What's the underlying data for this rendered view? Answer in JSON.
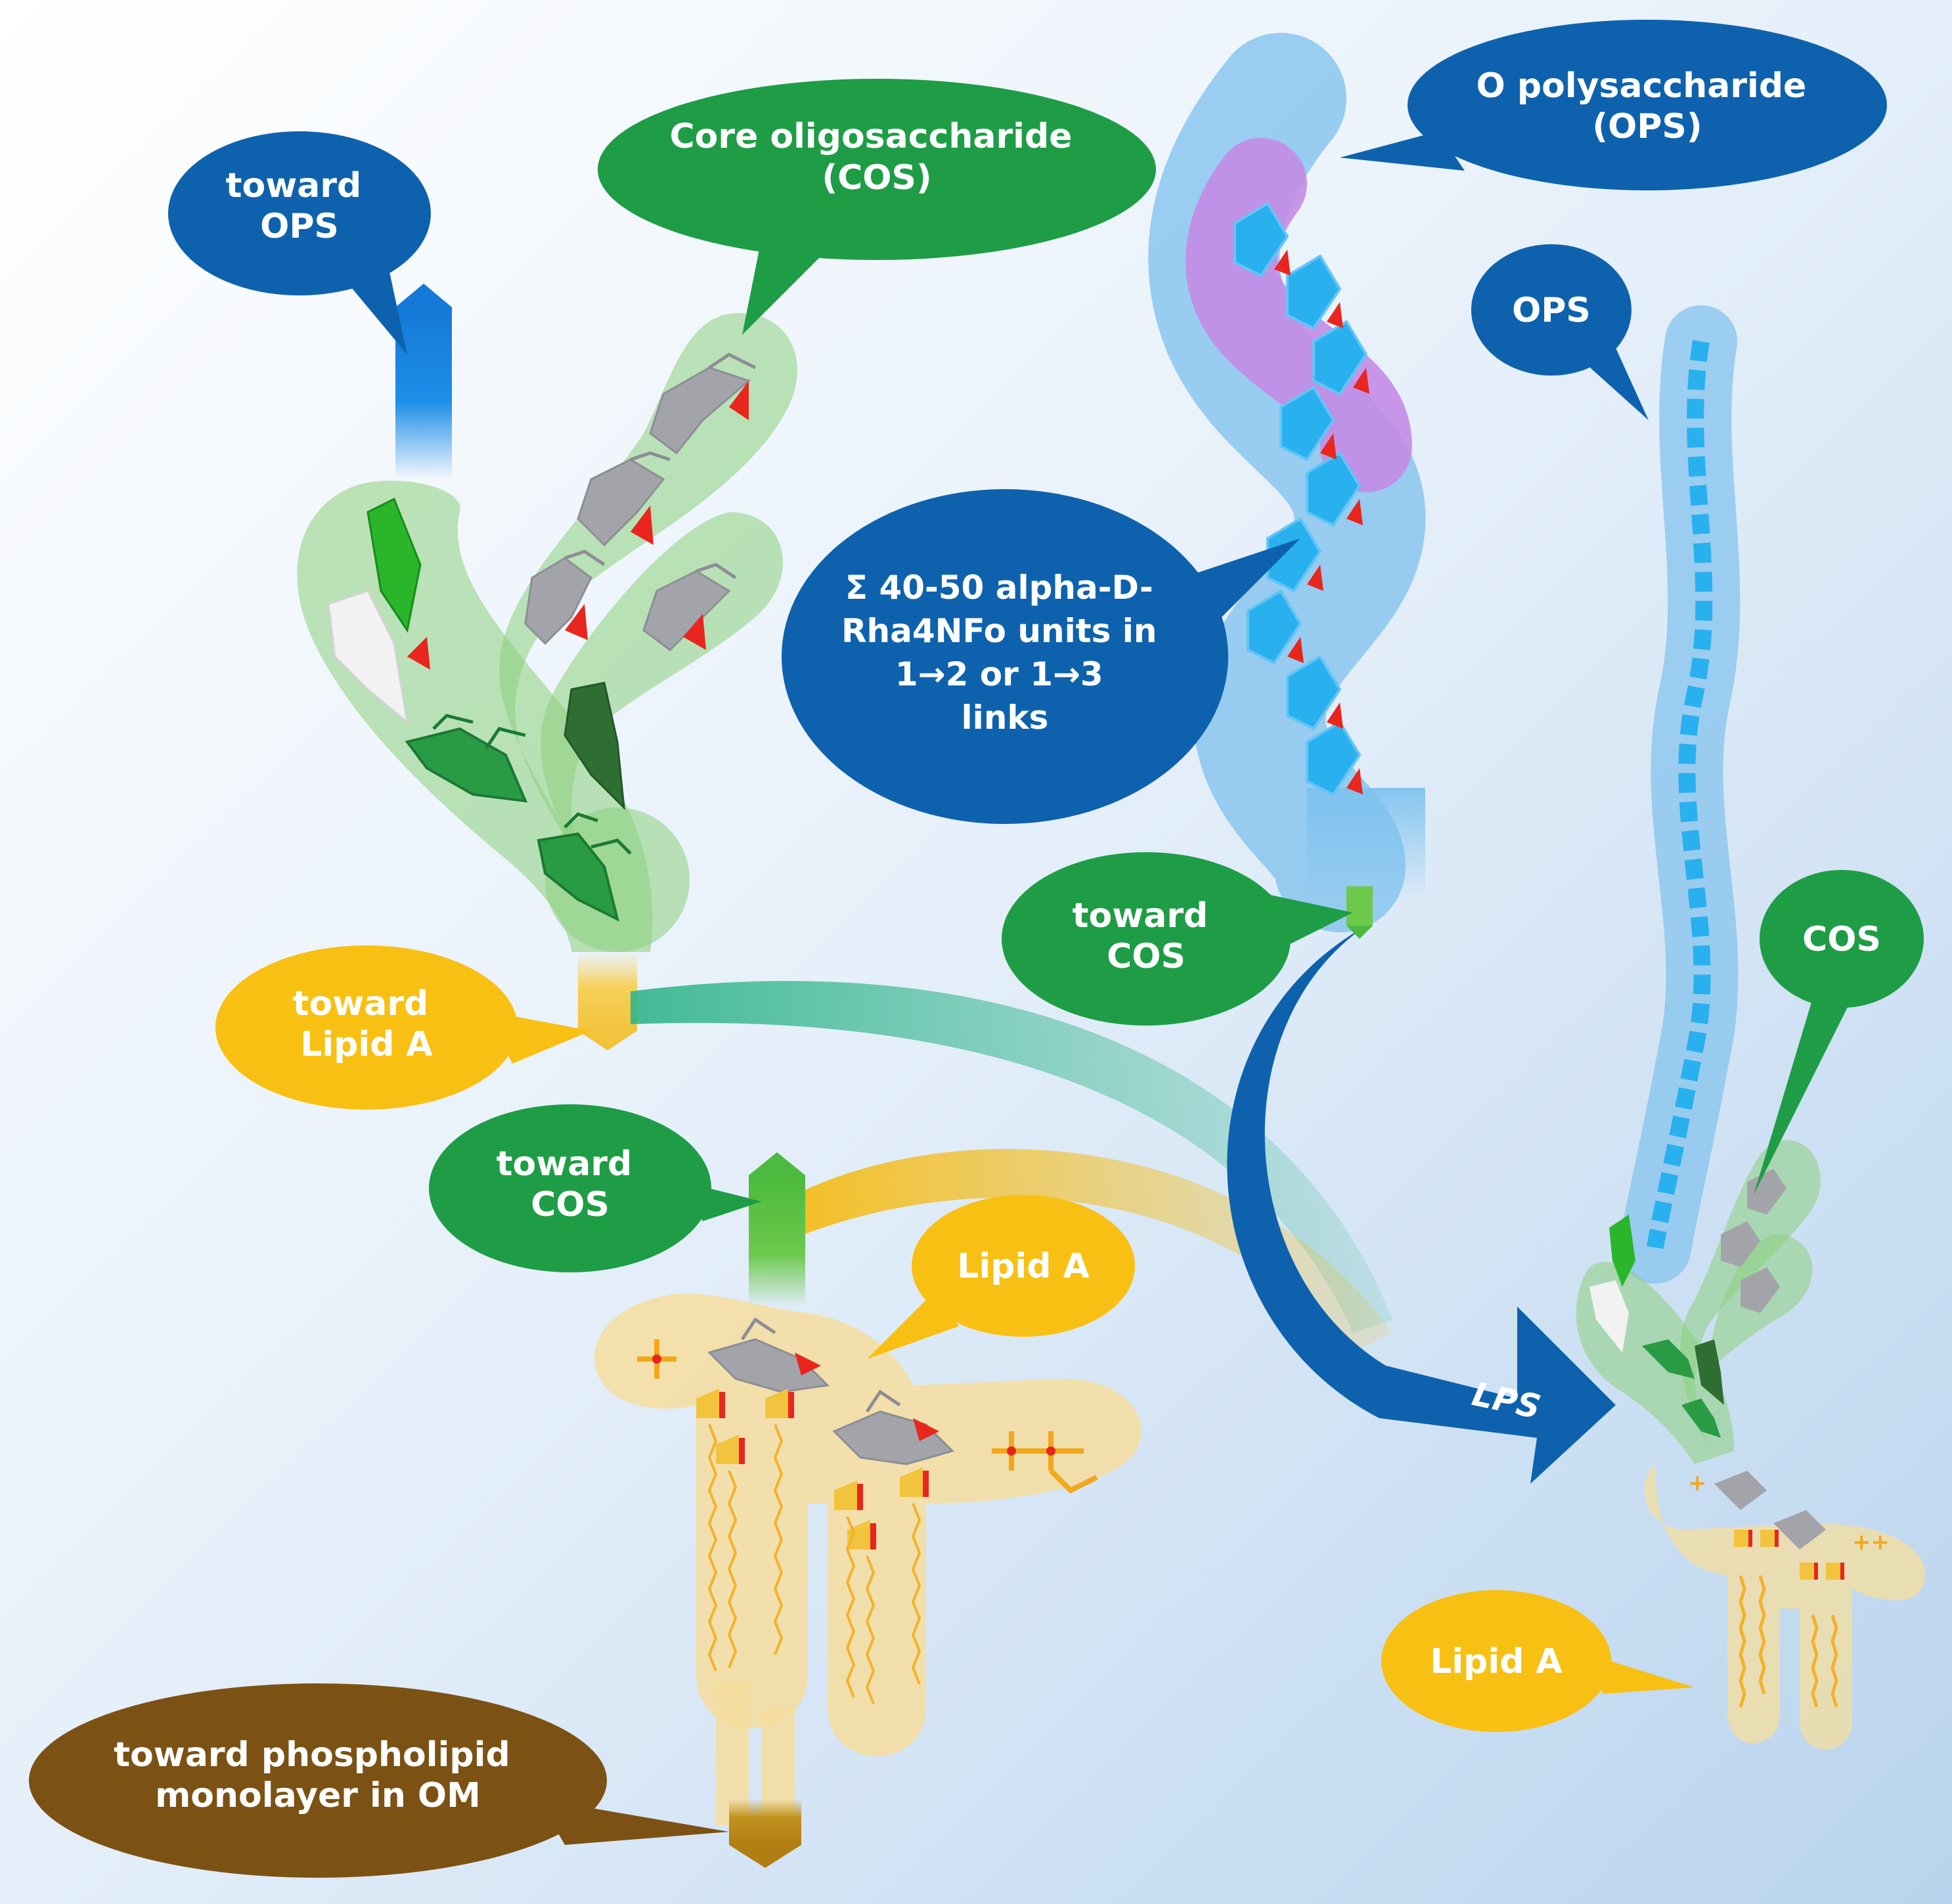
{
  "labels": {
    "cos_title": [
      "Core oligosaccharide",
      "(COS)"
    ],
    "toward_ops": [
      "toward",
      "OPS"
    ],
    "ops_title": [
      "O polysaccharide",
      "(OPS)"
    ],
    "ops_short": [
      "OPS"
    ],
    "rha_units": [
      "Σ 40-50 alpha-D-",
      "Rha4NFo units in",
      "1→2 or 1→3",
      "links"
    ],
    "toward_cos_upper": [
      "toward",
      "COS"
    ],
    "toward_lipid_a": [
      "toward",
      "Lipid A"
    ],
    "cos_short": [
      "COS"
    ],
    "toward_cos_lower": [
      "toward",
      "COS"
    ],
    "lipid_a_left": [
      "Lipid A"
    ],
    "lps": [
      "LPS"
    ],
    "lipid_a_right": [
      "Lipid A"
    ],
    "toward_om": [
      "toward phospholipid",
      "monolayer in OM"
    ]
  },
  "colors": {
    "blue": "#0e62ad",
    "light_blue": "#29b0ef",
    "green": "#1e9d46",
    "core_green": "#a8d79c",
    "yellow": "#f8c012",
    "lipid_tan": "#f6dd9e",
    "brown": "#7b5214",
    "purple": "#c48ce6",
    "sugar_gray": "#a0a0a6",
    "red_tip": "#e8261d"
  }
}
